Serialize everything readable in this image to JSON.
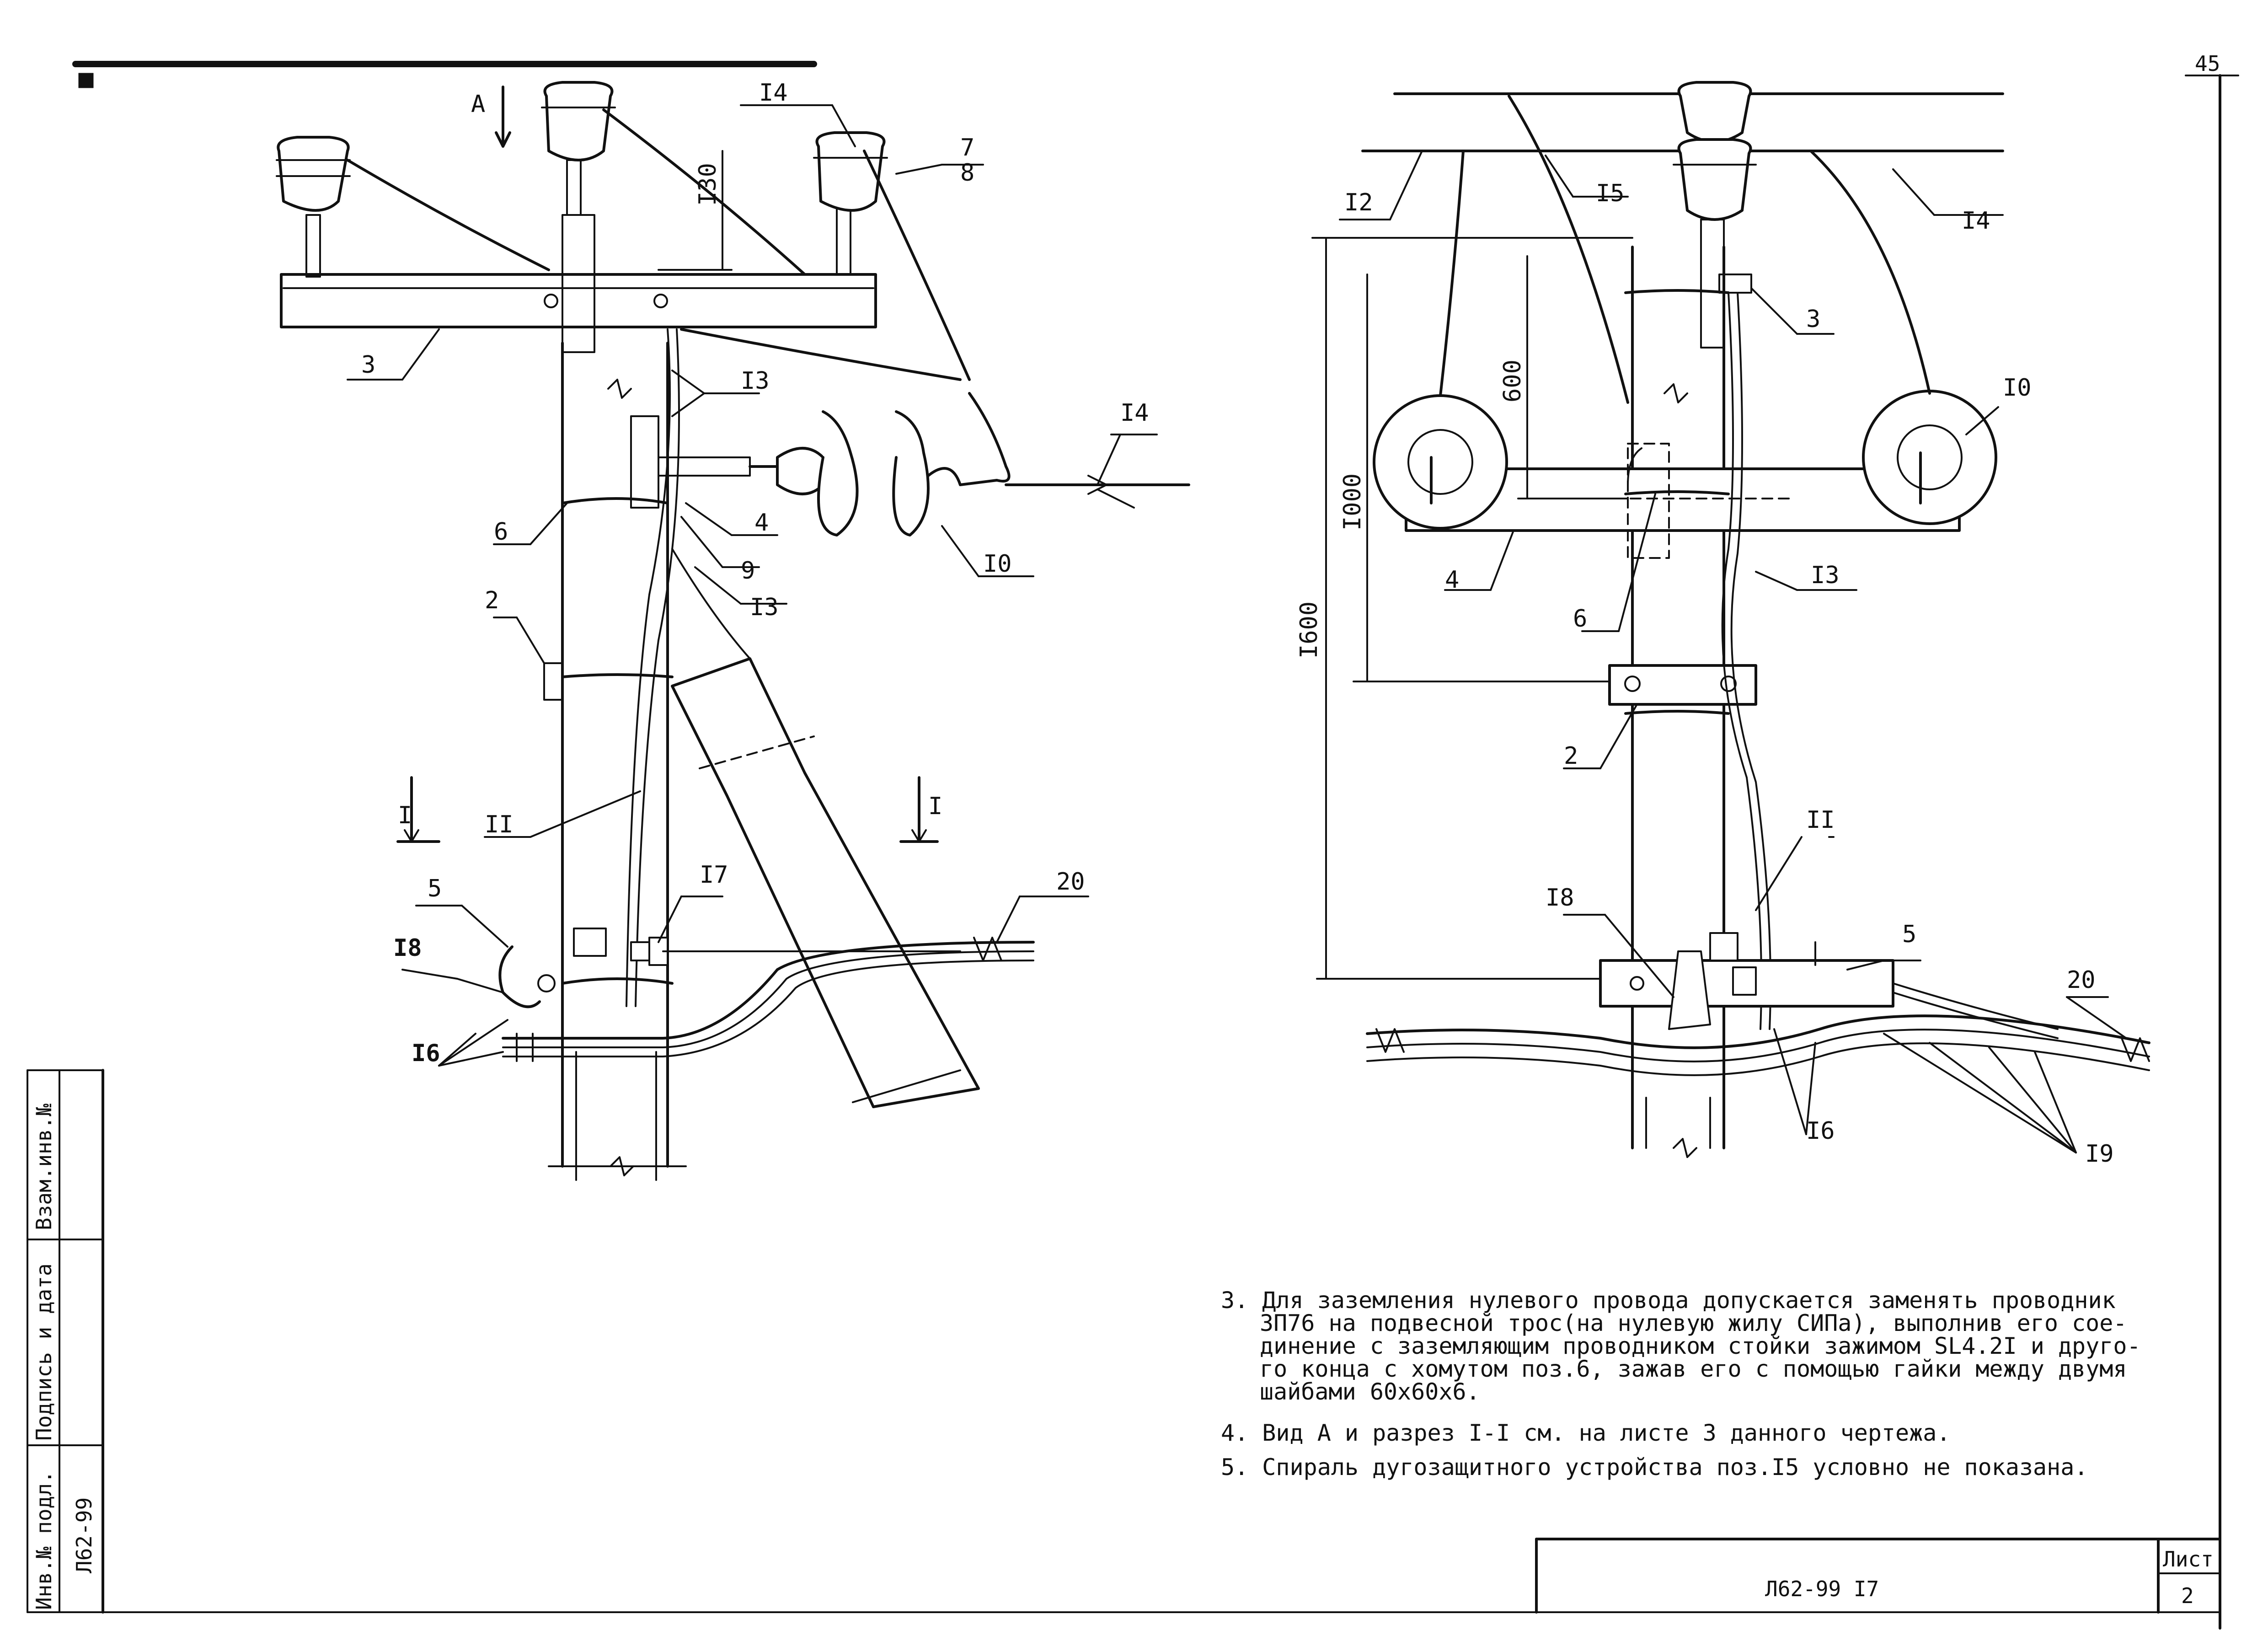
{
  "page_number": "45",
  "view_a": {
    "label": "A"
  },
  "left_view": {
    "callouts": {
      "p7": "7",
      "p8": "8",
      "p3": "3",
      "p14": "I4",
      "p13a": "I3",
      "p6": "6",
      "p4": "4",
      "p9": "9",
      "p13b": "I3",
      "p10": "I0",
      "p14b": "I4",
      "p2": "2",
      "p11": "II",
      "p5": "5",
      "p17": "I7",
      "p20": "20",
      "p18": "I8",
      "p16": "I6"
    },
    "dims": {
      "d130": "I30"
    },
    "section": {
      "left": "I",
      "right": "I"
    }
  },
  "right_view": {
    "callouts": {
      "p12": "I2",
      "p15": "I5",
      "p14": "I4",
      "p3": "3",
      "p10": "I0",
      "p13": "I3",
      "p4": "4",
      "p6": "6",
      "p2": "2",
      "p11": "II",
      "p18": "I8",
      "p5": "5",
      "p20": "20",
      "p16": "I6",
      "p19": "I9"
    },
    "dims": {
      "d600": "600",
      "d1000": "I000",
      "d1600": "I600"
    }
  },
  "notes": [
    "3. Для заземления нулевого провода допускается заменять проводник",
    "ЗП76 на подвесной трос(на нулевую жилу СИПа), выполнив его сое-",
    "динение с заземляющим проводником стойки зажимом SL4.2I и друго-",
    "го конца с хомутом поз.6, зажав его с помощью гайки между двумя",
    "шайбами 60х60х6.",
    "4. Вид А и разрез I-I см. на листе 3 данного чертежа.",
    "5. Спираль дугозащитного устройства поз.I5 условно не показана."
  ],
  "side_stamp": {
    "inv_podl": "Инв.№ подл.",
    "podpis": "Подпись и дата",
    "vzam": "Взам.инв.№",
    "doc_code": "Л62-99"
  },
  "title_block": {
    "code": "Л62-99 I7",
    "sheet_label": "Лист",
    "sheet_no": "2"
  }
}
